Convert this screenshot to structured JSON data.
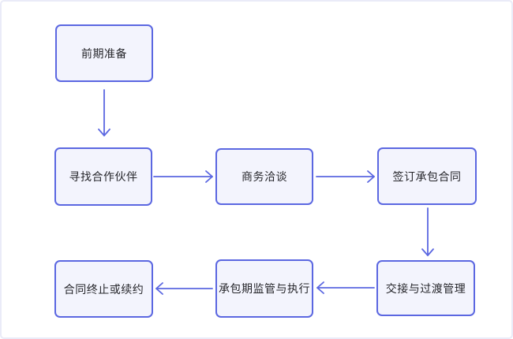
{
  "diagram": {
    "type": "flowchart",
    "nodes": [
      {
        "id": "prep",
        "label": "前期准备"
      },
      {
        "id": "find-partner",
        "label": "寻找合作伙伴"
      },
      {
        "id": "negotiate",
        "label": "商务洽谈"
      },
      {
        "id": "sign-contract",
        "label": "签订承包合同"
      },
      {
        "id": "handover",
        "label": "交接与过渡管理"
      },
      {
        "id": "supervise",
        "label": "承包期监管与执行"
      },
      {
        "id": "terminate-renew",
        "label": "合同终止或续约"
      }
    ],
    "edges": [
      {
        "from": "前期准备",
        "to": "寻找合作伙伴",
        "direction": "down"
      },
      {
        "from": "寻找合作伙伴",
        "to": "商务洽谈",
        "direction": "right"
      },
      {
        "from": "商务洽谈",
        "to": "签订承包合同",
        "direction": "right"
      },
      {
        "from": "签订承包合同",
        "to": "交接与过渡管理",
        "direction": "down"
      },
      {
        "from": "交接与过渡管理",
        "to": "承包期监管与执行",
        "direction": "left"
      },
      {
        "from": "承包期监管与执行",
        "to": "合同终止或续约",
        "direction": "left"
      }
    ],
    "colors": {
      "node_border": "#5b67e1",
      "node_fill": "#f3f4fd",
      "arrow": "#5b67e1",
      "text": "#26262b",
      "frame_border": "#eaebf8",
      "canvas_bg": "#ffffff"
    }
  }
}
